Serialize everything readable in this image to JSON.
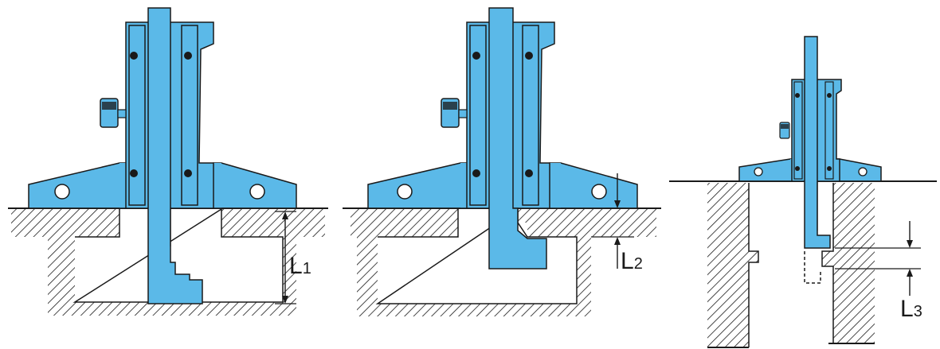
{
  "labels": {
    "l1": {
      "main": "L",
      "sub": "1"
    },
    "l2": {
      "main": "L",
      "sub": "2"
    },
    "l3": {
      "main": "L",
      "sub": "3"
    }
  },
  "colors": {
    "gauge_fill": "#5bb9e8",
    "outline": "#1a1a1a",
    "hatch": "#1a1a1a",
    "background": "#ffffff"
  }
}
